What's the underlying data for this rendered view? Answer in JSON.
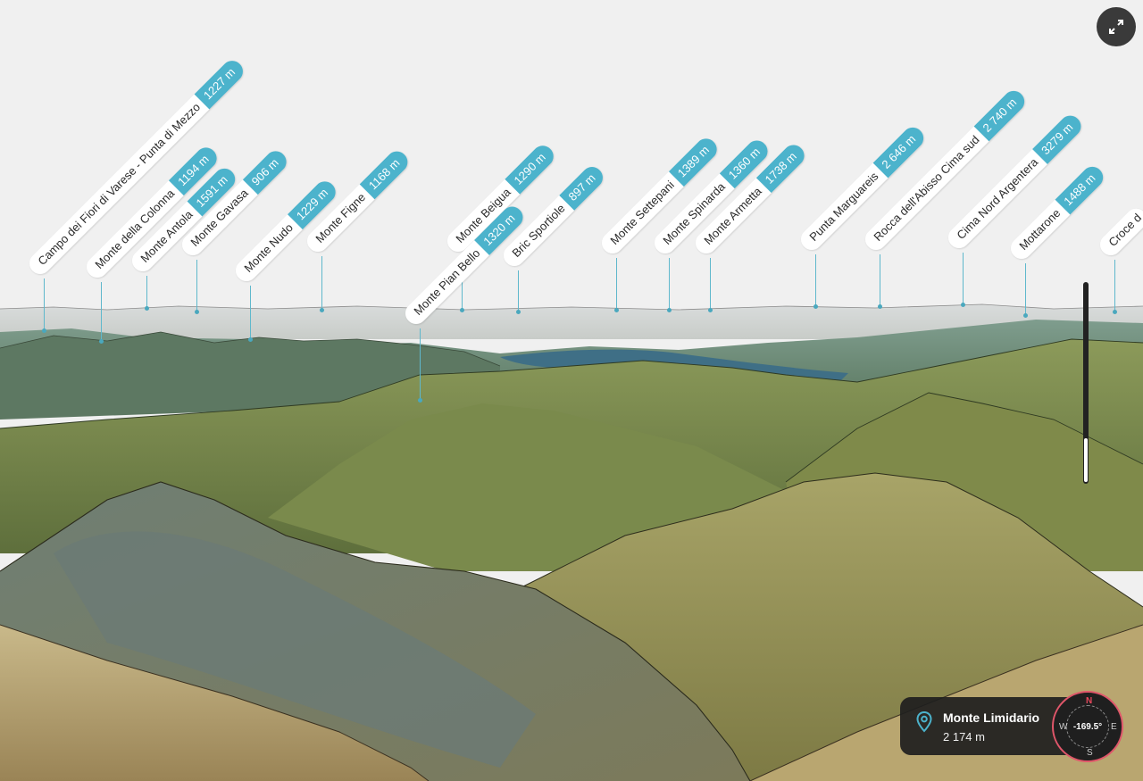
{
  "peaks": [
    {
      "name": "Campo dei Fiori di Varese - Punta di Mezzo",
      "elevation": "1227 m"
    },
    {
      "name": "Monte della Colonna",
      "elevation": "1194 m"
    },
    {
      "name": "Monte Antola",
      "elevation": "1591 m"
    },
    {
      "name": "Monte Gavasa",
      "elevation": "906 m"
    },
    {
      "name": "Monte Nudo",
      "elevation": "1229 m"
    },
    {
      "name": "Monte Figne",
      "elevation": "1168 m"
    },
    {
      "name": "Monte Beigua",
      "elevation": "1290 m"
    },
    {
      "name": "Monte Pian Bello",
      "elevation": "1320 m"
    },
    {
      "name": "Bric Sportiole",
      "elevation": "897 m"
    },
    {
      "name": "Monte Settepani",
      "elevation": "1389 m"
    },
    {
      "name": "Monte Spinarda",
      "elevation": "1360 m"
    },
    {
      "name": "Monte Armetta",
      "elevation": "1738 m"
    },
    {
      "name": "Punta Marguareis",
      "elevation": "2 646 m"
    },
    {
      "name": "Rocca dell'Abisso Cima sud",
      "elevation": "2 740 m"
    },
    {
      "name": "Cima Nord Argentera",
      "elevation": "3279 m"
    },
    {
      "name": "Mottarone",
      "elevation": "1488 m"
    },
    {
      "name": "Croce d",
      "elevation": ""
    }
  ],
  "info": {
    "name": "Monte Limidario",
    "elevation": "2 174 m"
  },
  "compass": {
    "heading": "-169.5°",
    "n": "N",
    "s": "S",
    "w": "W",
    "e": "E"
  },
  "zoom": {
    "level": 0.22
  },
  "colors": {
    "accent": "#4cb3cc",
    "sky": "#f0f0f0",
    "compass_ring": "#e0566a"
  },
  "icons": {
    "expand": "expand-icon",
    "pin": "location-pin-icon"
  }
}
